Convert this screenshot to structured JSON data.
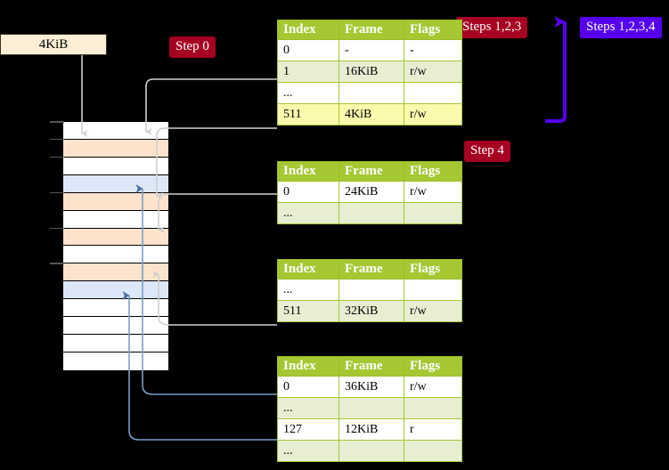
{
  "diagram": {
    "title_labels": {
      "size_label": "4KiB",
      "step0": "Step 0",
      "steps123": "Steps 1,2,3",
      "steps1234": "Steps 1,2,3,4",
      "step4": "Step 4"
    },
    "colors": {
      "badge_red": "#a50021",
      "badge_violet": "#5500ee",
      "table_header": "#a5c832",
      "table_alt_row": "#e8eed2",
      "table_highlight": "#fcfaad",
      "mem_orange": "#fde3cc",
      "mem_blue": "#dce8f7",
      "mem_white": "#ffffff",
      "size_box_bg": "#fbefd5",
      "connector_gray": "#c0c0c0",
      "connector_blue": "#7b9ec9"
    }
  },
  "memory_column": {
    "name": "physical-memory",
    "rows": [
      {
        "index": 0,
        "fill": "#ffffff",
        "tick": true
      },
      {
        "index": 1,
        "fill": "#fde3cc",
        "tick": true
      },
      {
        "index": 2,
        "fill": "#ffffff",
        "tick": true
      },
      {
        "index": 3,
        "fill": "#dce8f7",
        "tick": false
      },
      {
        "index": 4,
        "fill": "#fde3cc",
        "tick": true
      },
      {
        "index": 5,
        "fill": "#ffffff",
        "tick": false
      },
      {
        "index": 6,
        "fill": "#fde3cc",
        "tick": true
      },
      {
        "index": 7,
        "fill": "#ffffff",
        "tick": false
      },
      {
        "index": 8,
        "fill": "#fde3cc",
        "tick": true
      },
      {
        "index": 9,
        "fill": "#dce8f7",
        "tick": false
      },
      {
        "index": 10,
        "fill": "#ffffff",
        "tick": false
      },
      {
        "index": 11,
        "fill": "#ffffff",
        "tick": false
      },
      {
        "index": 12,
        "fill": "#ffffff",
        "tick": false
      },
      {
        "index": 13,
        "fill": "#ffffff",
        "tick": false
      }
    ]
  },
  "tables": [
    {
      "name": "page-table-level-1",
      "headers": [
        "Index",
        "Frame",
        "Flags"
      ],
      "rows": [
        {
          "cells": [
            "0",
            "-",
            "-"
          ],
          "style": "plain"
        },
        {
          "cells": [
            "1",
            "16KiB",
            "r/w"
          ],
          "style": "alt"
        },
        {
          "cells": [
            "...",
            "",
            ""
          ],
          "style": "plain"
        },
        {
          "cells": [
            "511",
            "4KiB",
            "r/w"
          ],
          "style": "hl"
        }
      ]
    },
    {
      "name": "page-table-level-2",
      "headers": [
        "Index",
        "Frame",
        "Flags"
      ],
      "rows": [
        {
          "cells": [
            "0",
            "24KiB",
            "r/w"
          ],
          "style": "plain"
        },
        {
          "cells": [
            "...",
            "",
            ""
          ],
          "style": "alt"
        }
      ]
    },
    {
      "name": "page-table-level-3",
      "headers": [
        "Index",
        "Frame",
        "Flags"
      ],
      "rows": [
        {
          "cells": [
            "...",
            "",
            ""
          ],
          "style": "plain"
        },
        {
          "cells": [
            "511",
            "32KiB",
            "r/w"
          ],
          "style": "alt"
        }
      ]
    },
    {
      "name": "page-table-level-4",
      "headers": [
        "Index",
        "Frame",
        "Flags"
      ],
      "rows": [
        {
          "cells": [
            "0",
            "36KiB",
            "r/w"
          ],
          "style": "plain"
        },
        {
          "cells": [
            "...",
            "",
            ""
          ],
          "style": "alt"
        },
        {
          "cells": [
            "127",
            "12KiB",
            "r"
          ],
          "style": "plain"
        },
        {
          "cells": [
            "...",
            "",
            ""
          ],
          "style": "alt"
        }
      ]
    }
  ]
}
